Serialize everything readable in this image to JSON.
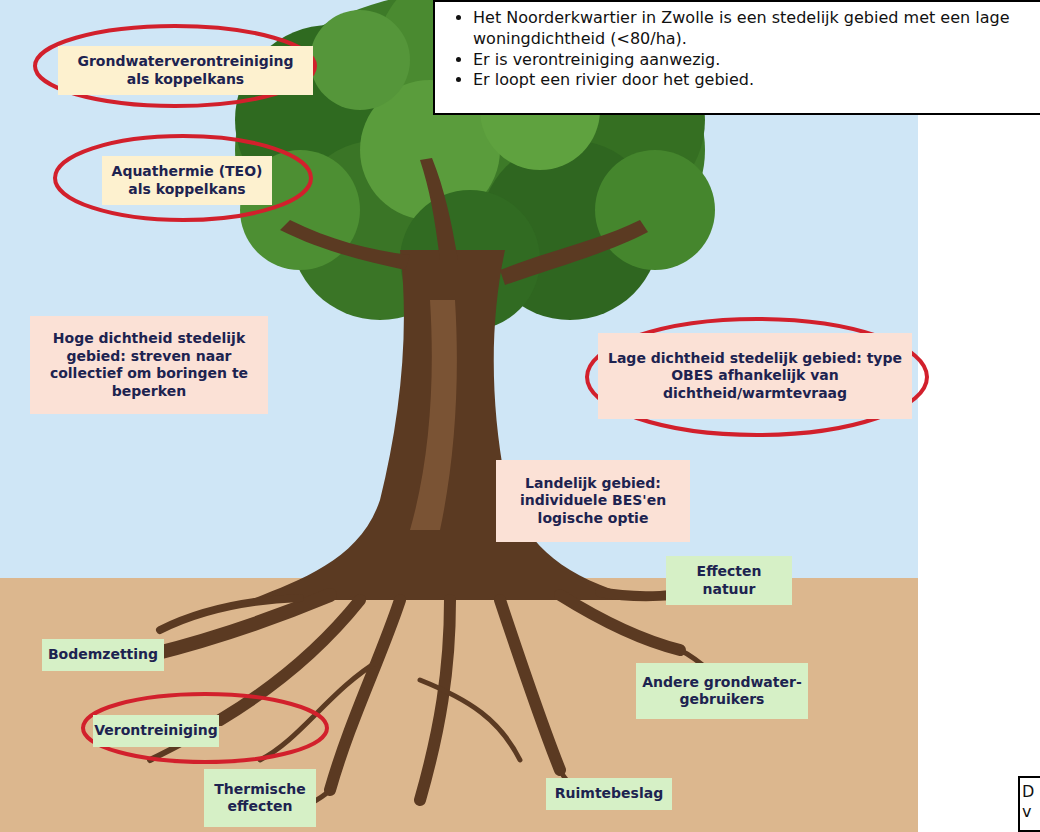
{
  "diagram": {
    "nodes": [
      {
        "text": [
          "Grondwaterverontreiniging als koppelkans"
        ]
      },
      {
        "text": [
          "Het Noorderkwartier in Zwolle is een stedelijk gebied met een lage woningdichtheid (<80/ha).",
          "Er is verontreiniging aanwezig.",
          "Er loopt een rivier door het gebied."
        ]
      },
      {
        "text": [
          "Aquathermie (TEO) als koppelkans"
        ]
      },
      {
        "text": [
          "Hoge dichtheid stedelijk gebied: streven naar collectief om boringen te beperken"
        ]
      },
      {
        "text": [
          "Lage dichtheid stedelijk gebied: type OBES afhankelijk van dichtheid/warmtevraag"
        ]
      },
      {
        "text": [
          "Landelijk gebied: individuele BES'en logische optie"
        ]
      },
      {
        "text": [
          "Effecten natuur"
        ]
      },
      {
        "text": [
          "Bodemzetting"
        ]
      },
      {
        "text": [
          "Andere grondwater-gebruikers"
        ]
      },
      {
        "text": [
          "Verontreiniging"
        ]
      },
      {
        "text": [
          "Thermische effecten"
        ]
      },
      {
        "text": [
          "Ruimtebeslag"
        ]
      },
      {
        "text": [
          "D v"
        ]
      }
    ]
  }
}
